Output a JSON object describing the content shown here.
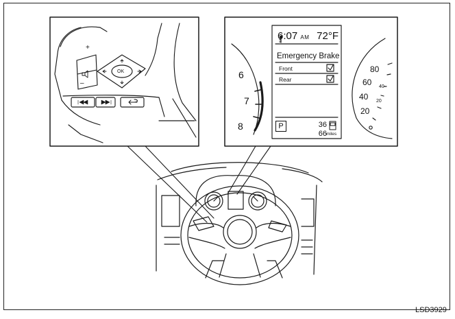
{
  "display": {
    "clock": "6:07",
    "ampm": "AM",
    "temperature": "72°F",
    "title": "Emergency Brake",
    "rows": [
      {
        "label": "Front",
        "checked": true
      },
      {
        "label": "Rear",
        "checked": true
      }
    ],
    "gear": "P",
    "range": "36",
    "odometer": "66",
    "odometer_unit": "miles"
  },
  "tachometer": {
    "labels": [
      "6",
      "7",
      "8"
    ]
  },
  "speedometer": {
    "major": [
      "80",
      "60",
      "40",
      "20"
    ],
    "minor": [
      "40",
      "20"
    ]
  },
  "switch": {
    "plus": "+",
    "minus": "–",
    "ok": "OK"
  },
  "reference": "LSD3929",
  "colors": {
    "line": "#1a1a1a",
    "background": "#ffffff"
  }
}
